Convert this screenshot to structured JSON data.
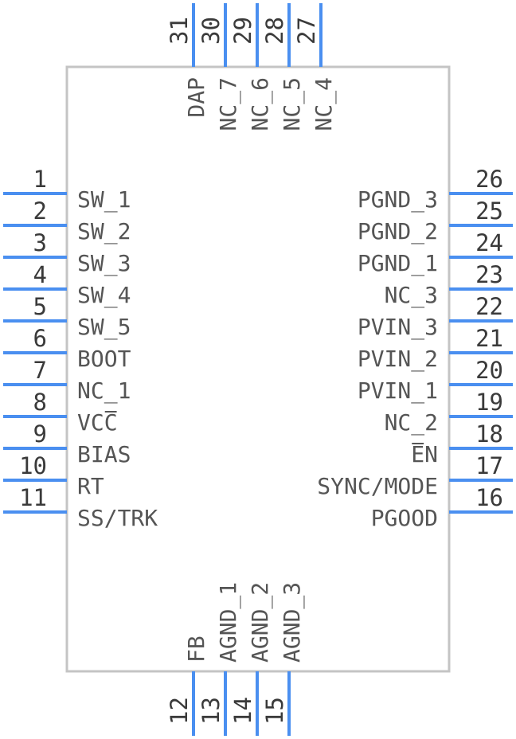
{
  "diagram": {
    "colors": {
      "pin": "#4a8ff0",
      "body_outline": "#c4c4c4",
      "text": "#555555",
      "number": "#3a3a3a"
    },
    "left_pins": [
      {
        "num": "1",
        "name": "SW_1"
      },
      {
        "num": "2",
        "name": "SW_2"
      },
      {
        "num": "3",
        "name": "SW_3"
      },
      {
        "num": "4",
        "name": "SW_4"
      },
      {
        "num": "5",
        "name": "SW_5"
      },
      {
        "num": "6",
        "name": "BOOT"
      },
      {
        "num": "7",
        "name": "NC_1"
      },
      {
        "num": "8",
        "name": "VCC",
        "overbar_char": 2
      },
      {
        "num": "9",
        "name": "BIAS"
      },
      {
        "num": "10",
        "name": "RT"
      },
      {
        "num": "11",
        "name": "SS/TRK"
      }
    ],
    "right_pins": [
      {
        "num": "26",
        "name": "PGND_3"
      },
      {
        "num": "25",
        "name": "PGND_2"
      },
      {
        "num": "24",
        "name": "PGND_1"
      },
      {
        "num": "23",
        "name": "NC_3"
      },
      {
        "num": "22",
        "name": "PVIN_3"
      },
      {
        "num": "21",
        "name": "PVIN_2"
      },
      {
        "num": "20",
        "name": "PVIN_1"
      },
      {
        "num": "19",
        "name": "NC_2"
      },
      {
        "num": "18",
        "name": "EN",
        "overbar_char": 0
      },
      {
        "num": "17",
        "name": "SYNC/MODE"
      },
      {
        "num": "16",
        "name": "PGOOD"
      }
    ],
    "top_pins": [
      {
        "num": "31",
        "name": "DAP"
      },
      {
        "num": "30",
        "name": "NC_7"
      },
      {
        "num": "29",
        "name": "NC_6"
      },
      {
        "num": "28",
        "name": "NC_5"
      },
      {
        "num": "27",
        "name": "NC_4"
      }
    ],
    "bottom_pins": [
      {
        "num": "12",
        "name": "FB"
      },
      {
        "num": "13",
        "name": "AGND_1"
      },
      {
        "num": "14",
        "name": "AGND_2"
      },
      {
        "num": "15",
        "name": "AGND_3"
      }
    ]
  }
}
